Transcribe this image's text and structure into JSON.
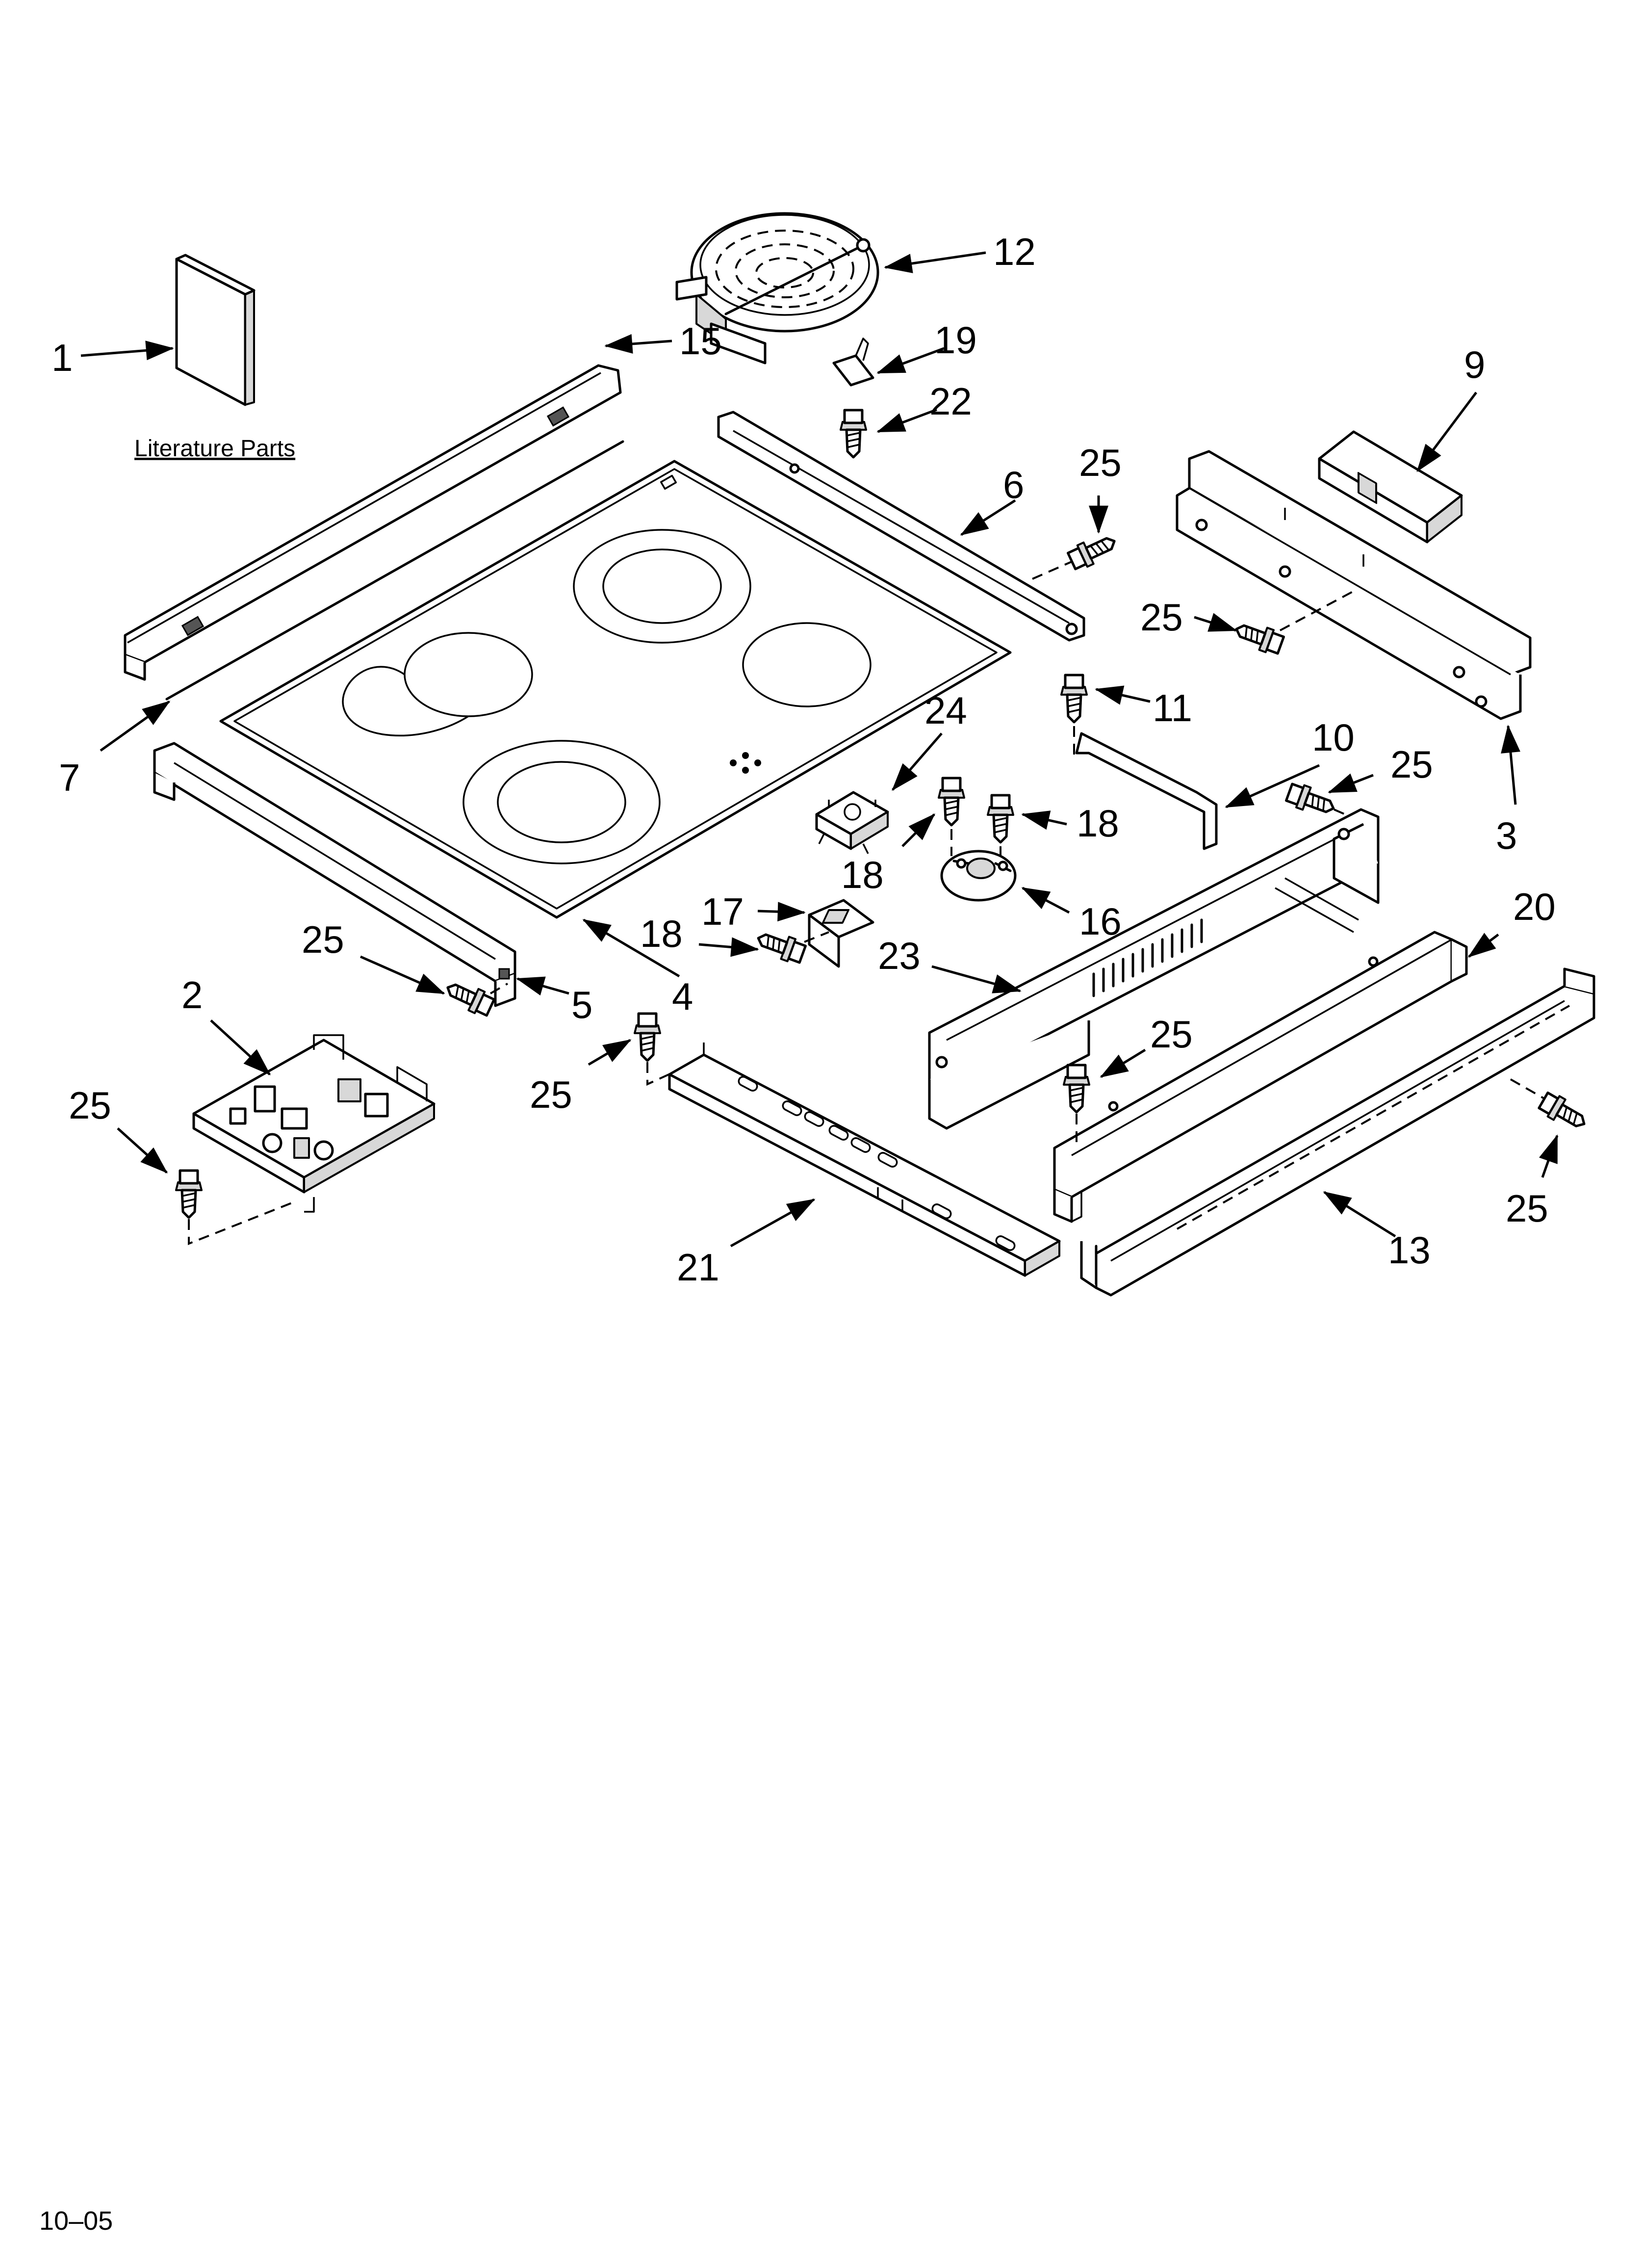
{
  "diagram": {
    "literature_label": "Literature Parts",
    "date_code": "10–05",
    "callouts": {
      "c1": "1",
      "c2": "2",
      "c3": "3",
      "c4": "4",
      "c5": "5",
      "c6": "6",
      "c7": "7",
      "c9": "9",
      "c10": "10",
      "c11": "11",
      "c12": "12",
      "c13": "13",
      "c15": "15",
      "c16": "16",
      "c17": "17",
      "c18a": "18",
      "c18b": "18",
      "c18c": "18",
      "c19": "19",
      "c20": "20",
      "c21": "21",
      "c22": "22",
      "c23": "23",
      "c24": "24",
      "c25a": "25",
      "c25b": "25",
      "c25c": "25",
      "c25d": "25",
      "c25e": "25",
      "c25f": "25",
      "c25g": "25",
      "c25h": "25"
    }
  }
}
